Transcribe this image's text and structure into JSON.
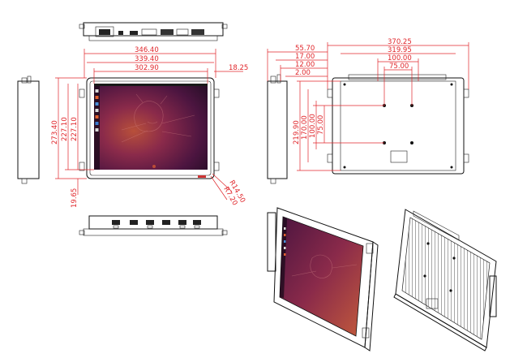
{
  "colors": {
    "dimension": "#e0262b",
    "outline": "#111111",
    "screen_dark": "#2c0f2a",
    "screen_mid": "#6b1e4a",
    "screen_accent": "#b8503a"
  },
  "front": {
    "width_labels": [
      "346.40",
      "339.40",
      "302.90"
    ],
    "side_label": "18.25",
    "height_labels": [
      "273.40",
      "227.10",
      "227.10"
    ],
    "bottom_label": "19.65",
    "corner_labels": [
      "R14.50",
      "R7.20"
    ]
  },
  "side": {
    "depth_labels": [
      "55.70",
      "17.00",
      "12.00",
      "2.00"
    ]
  },
  "rear": {
    "width_labels": [
      "370.25",
      "319.95",
      "100.00",
      "75.00"
    ],
    "height_labels": [
      "219.90",
      "170.00",
      "100.00",
      "75.00"
    ]
  },
  "icons": [
    "ubuntu-desktop-icon"
  ]
}
